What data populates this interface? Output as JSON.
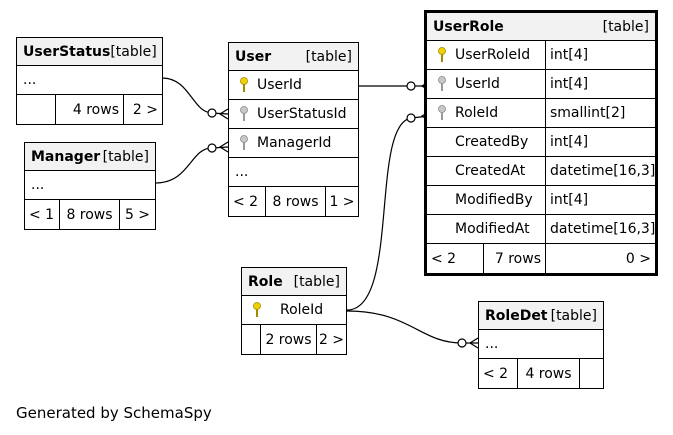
{
  "tables": {
    "user_status": {
      "name": "UserStatus",
      "type": "[table]",
      "more": "...",
      "rows": "4 rows",
      "next": "2 >"
    },
    "manager": {
      "name": "Manager",
      "type": "[table]",
      "more": "...",
      "prev": "< 1",
      "rows": "8 rows",
      "next": "5 >"
    },
    "user": {
      "name": "User",
      "type": "[table]",
      "columns": [
        {
          "name": "UserId",
          "key": "primary"
        },
        {
          "name": "UserStatusId",
          "key": "foreign"
        },
        {
          "name": "ManagerId",
          "key": "foreign"
        }
      ],
      "more": "...",
      "prev": "< 2",
      "rows": "8 rows",
      "next": "1 >"
    },
    "user_role": {
      "name": "UserRole",
      "type": "[table]",
      "columns": [
        {
          "name": "UserRoleId",
          "type": "int[4]",
          "key": "primary"
        },
        {
          "name": "UserId",
          "type": "int[4]",
          "key": "foreign"
        },
        {
          "name": "RoleId",
          "type": "smallint[2]",
          "key": "foreign"
        },
        {
          "name": "CreatedBy",
          "type": "int[4]",
          "key": "none"
        },
        {
          "name": "CreatedAt",
          "type": "datetime[16,3]",
          "key": "none"
        },
        {
          "name": "ModifiedBy",
          "type": "int[4]",
          "key": "none"
        },
        {
          "name": "ModifiedAt",
          "type": "datetime[16,3]",
          "key": "none"
        }
      ],
      "prev": "< 2",
      "rows": "7 rows",
      "next": "0 >"
    },
    "role": {
      "name": "Role",
      "type": "[table]",
      "columns": [
        {
          "name": "RoleId",
          "key": "primary"
        }
      ],
      "rows": "2 rows",
      "next": "2 >"
    },
    "role_det": {
      "name": "RoleDet",
      "type": "[table]",
      "more": "...",
      "prev": "< 2",
      "rows": "4 rows"
    }
  },
  "colors": {
    "primary_key": "#f0d000",
    "foreign_key": "#b0b0b0",
    "header_bg": "#f2f2f2"
  },
  "footer": "Generated by SchemaSpy"
}
